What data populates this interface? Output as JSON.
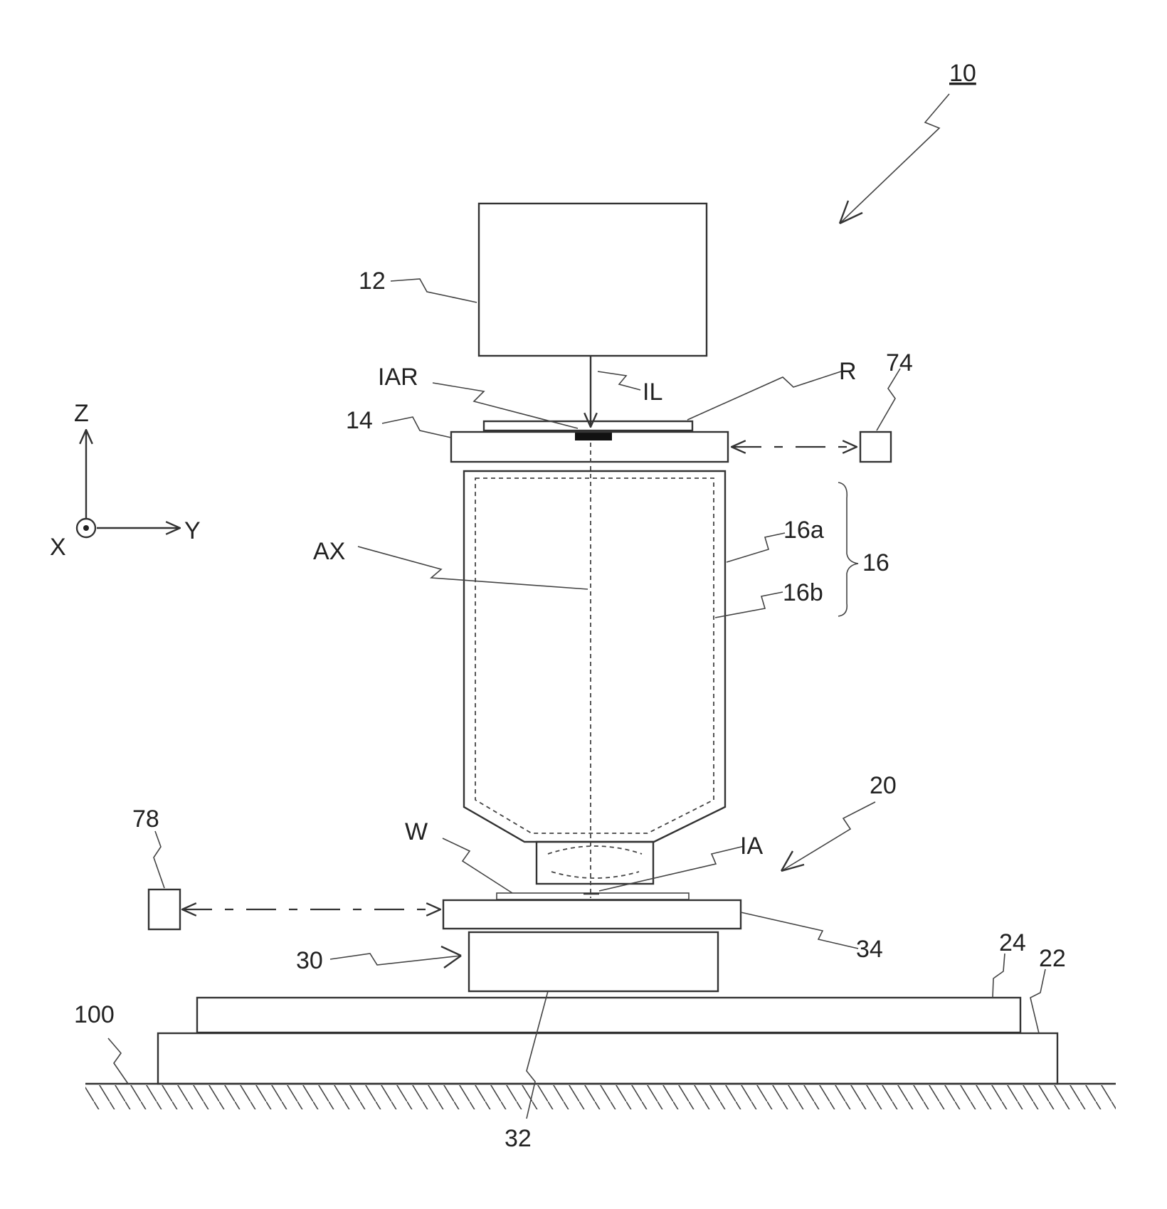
{
  "labels": {
    "apparatus": "10",
    "illumination_system": "12",
    "reticle_stage": "14",
    "projection_optics": "16",
    "barrel_part_a": "16a",
    "barrel_part_b": "16b",
    "stage_device": "20",
    "base_22": "22",
    "base_24": "24",
    "wafer_stage": "30",
    "stage_bottom": "32",
    "wafer_table": "34",
    "interferometer_reticle": "74",
    "interferometer_wafer": "78",
    "floor": "100",
    "illumination_area": "IAR",
    "illumination_light": "IL",
    "reticle": "R",
    "optical_axis": "AX",
    "wafer": "W",
    "exposure_area": "IA"
  },
  "axes": {
    "z": "Z",
    "y": "Y",
    "x": "X"
  }
}
